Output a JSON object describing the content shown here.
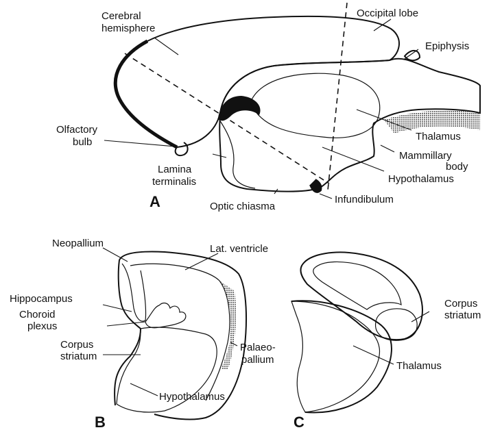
{
  "panels": {
    "a": {
      "letter": "A",
      "labels": {
        "cerebral_hemisphere_1": "Cerebral",
        "cerebral_hemisphere_2": "hemisphere",
        "occipital_lobe": "Occipital lobe",
        "epiphysis": "Epiphysis",
        "olfactory_bulb_1": "Olfactory",
        "olfactory_bulb_2": "bulb",
        "thalamus": "Thalamus",
        "mammillary_body_1": "Mammillary",
        "mammillary_body_2": "body",
        "lamina_terminalis_1": "Lamina",
        "lamina_terminalis_2": "terminalis",
        "hypothalamus": "Hypothalamus",
        "optic_chiasma": "Optic chiasma",
        "infundibulum": "Infundibulum"
      }
    },
    "b": {
      "letter": "B",
      "labels": {
        "neopallium": "Neopallium",
        "lat_ventricle": "Lat. ventricle",
        "hippocampus": "Hippocampus",
        "choroid_plexus_1": "Choroid",
        "choroid_plexus_2": "plexus",
        "corpus_striatum_1": "Corpus",
        "corpus_striatum_2": "striatum",
        "palaeopallium_1": "Palaeo-",
        "palaeopallium_2": "pallium",
        "hypothalamus": "Hypothalamus"
      }
    },
    "c": {
      "letter": "C",
      "labels": {
        "corpus_striatum_1": "Corpus",
        "corpus_striatum_2": "striatum",
        "thalamus": "Thalamus"
      }
    }
  },
  "colors": {
    "ink": "#111111",
    "stipple": "#111111",
    "background": "#ffffff"
  }
}
